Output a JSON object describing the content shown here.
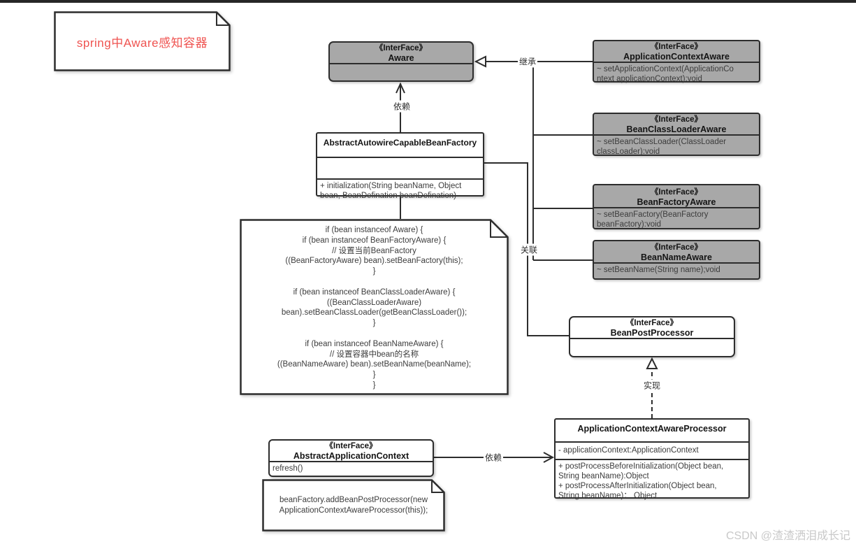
{
  "colors": {
    "interface_fill": "#a8a8a8",
    "line": "#2d2d2d",
    "note_title_text": "#ef5350",
    "watermark_text": "#c9c9c9"
  },
  "stereotype": "《InterFace》",
  "notes": {
    "title": "spring中Aware感知容器",
    "init_code": "if (bean instanceof Aware) {\nif (bean instanceof BeanFactoryAware) {\n// 设置当前BeanFactory\n((BeanFactoryAware) bean).setBeanFactory(this);\n}\n\nif (bean instanceof BeanClassLoaderAware) {\n((BeanClassLoaderAware)\nbean).setBeanClassLoader(getBeanClassLoader());\n}\n\nif (bean instanceof BeanNameAware) {\n// 设置容器中bean的名称\n((BeanNameAware) bean).setBeanName(beanName);\n}\n}",
    "refresh_code": "beanFactory.addBeanPostProcessor(new\nApplicationContextAwareProcessor(this));"
  },
  "classes": {
    "aware": {
      "name": "Aware"
    },
    "application_context_aware": {
      "name": "ApplicationContextAware",
      "methods": "~ setApplicationContext(ApplicationCo\nntext applicationContext):void"
    },
    "bean_class_loader_aware": {
      "name": "BeanClassLoaderAware",
      "methods": "~ setBeanClassLoader(ClassLoader\nclassLoader):void"
    },
    "bean_factory_aware": {
      "name": "BeanFactoryAware",
      "methods": "~ setBeanFactory(BeanFactory\nbeanFactory):void"
    },
    "bean_name_aware": {
      "name": "BeanNameAware",
      "methods": "~ setBeanName(String name);void"
    },
    "abstract_autowire_capable_bean_factory": {
      "name": "AbstractAutowireCapableBeanFactory",
      "methods": "+ initialization(String beanName, Object\nbean, BeanDefination beanDefination)"
    },
    "bean_post_processor": {
      "name": "BeanPostProcessor"
    },
    "application_context_aware_processor": {
      "name": "ApplicationContextAwareProcessor",
      "fields": "- applicationContext:ApplicationContext",
      "methods": "+ postProcessBeforeInitialization(Object bean,\nString beanName):Object\n+ postProcessAfterInitialization(Object bean,\nString beanName)： Object"
    },
    "abstract_application_context": {
      "name": "AbstractApplicationContext",
      "methods": "refresh()"
    }
  },
  "edge_labels": {
    "inheritance": "继承",
    "dependency_aware": "依赖",
    "association": "关联",
    "implementation": "实现",
    "dependency_processor": "依赖"
  },
  "watermark": "CSDN @渣渣洒泪成长记"
}
